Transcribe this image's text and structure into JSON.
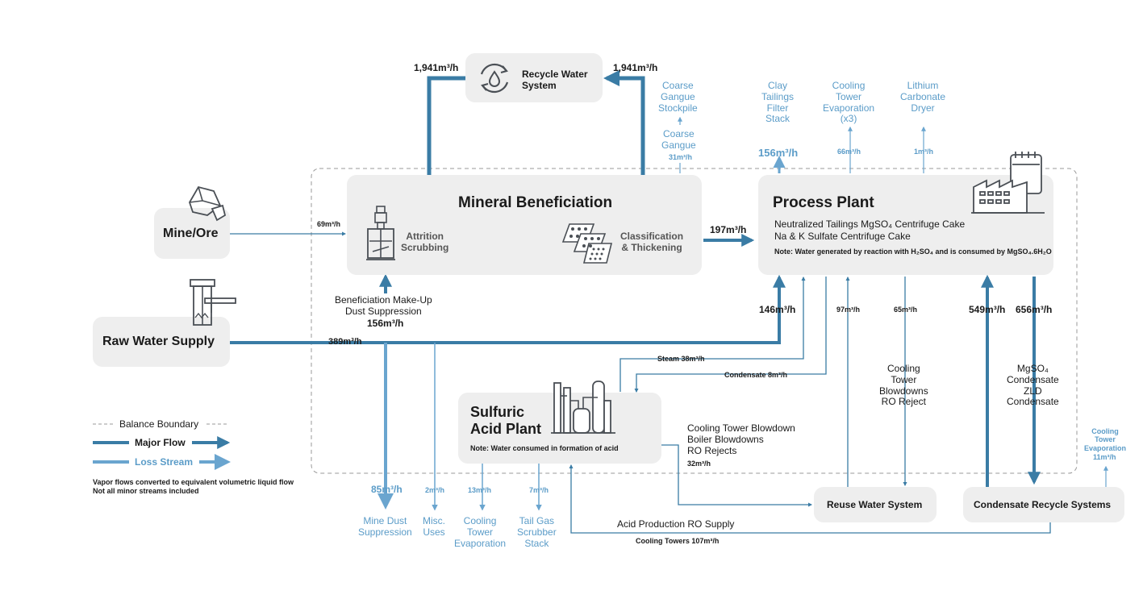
{
  "colors": {
    "major": "#3a7ca5",
    "loss": "#6aa5cf",
    "box": "#eeeeee",
    "dark_icon": "#4a4f55"
  },
  "icons": [
    "recycle-water-icon",
    "ore-rock-icon",
    "water-tower-icon",
    "attrition-scrubber-icon",
    "classification-screen-icon",
    "factory-icon",
    "acid-plant-icon"
  ],
  "nodes": {
    "recycle_water": "Recycle Water\nSystem",
    "mine_ore": "Mine/Ore",
    "raw_water": "Raw Water Supply",
    "mineral_beneficiation": "Mineral Beneficiation",
    "attrition": "Attrition\nScrubbing",
    "classification": "Classification\n& Thickening",
    "process_plant": "Process Plant",
    "process_line1": "Neutralized Tailings MgSO₄ Centrifuge Cake",
    "process_line2": "Na & K Sulfate Centrifuge Cake",
    "process_note": "Note: Water generated by reaction with H₂SO₄ and is consumed by MgSO₄.6H₂O",
    "sulfuric_acid": "Sulfuric\nAcid Plant",
    "acid_note": "Note: Water consumed in formation of acid",
    "reuse_water": "Reuse Water System",
    "condensate_recycle": "Condensate Recycle Systems"
  },
  "outputs": {
    "coarse_stockpile": "Coarse\nGangue\nStockpile",
    "coarse_gangue": "Coarse\nGangue",
    "clay_tailings": "Clay\nTailings\nFilter\nStack",
    "cooling_evap_x3": "Cooling\nTower\nEvaporation\n(x3)",
    "lithium_dryer": "Lithium\nCarbonate\nDryer",
    "mine_dust": "Mine Dust\nSuppression",
    "misc_uses": "Misc.\nUses",
    "cooling_evap": "Cooling\nTower\nEvaporation",
    "tail_gas": "Tail Gas\nScrubber\nStack",
    "cooling_evap_right": "Cooling\nTower\nEvaporation"
  },
  "flows": {
    "recycle_left": "1,941m³/h",
    "recycle_right": "1,941m³/h",
    "coarse_gangue": "31m³/h",
    "clay_tailings": "156m³/h",
    "cooling_evap_x3": "66m³/h",
    "lithium_dryer": "1m³/h",
    "mine_ore": "69m³/h",
    "to_process": "197m³/h",
    "make_up_label": "Beneficiation Make-Up\nDust Suppression",
    "make_up": "156m³/h",
    "raw_water": "389m³/h",
    "to_process_raw": "146m³/h",
    "reuse_to_process": "97m³/h",
    "cooling_out": "65m³/h",
    "condensate_in": "549m³/h",
    "condensate_out": "656m³/h",
    "steam": "Steam 38m³/h",
    "condensate_return": "Condensate 8m³/h",
    "cooling_label": "Cooling\nTower\nBlowdowns\nRO Reject",
    "mgso4_label": "MgSO₄\nCondensate\nZLD\nCondensate",
    "blowdown_label": "Cooling Tower Blowdown\nBoiler Blowdowns\nRO Rejects",
    "blowdown": "32m³/h",
    "mine_dust": "85m³/h",
    "misc": "2m³/h",
    "cooling_acid": "13m³/h",
    "tail_gas": "7m³/h",
    "cooling_right": "11m³/h",
    "acid_ro": "Acid Production RO Supply",
    "cooling_towers": "Cooling Towers 107m³/h"
  },
  "legend": {
    "boundary": "Balance Boundary",
    "major": "Major Flow",
    "loss": "Loss Stream",
    "note1": "Vapor flows converted to equivalent volumetric liquid flow",
    "note2": "Not all minor streams included"
  }
}
